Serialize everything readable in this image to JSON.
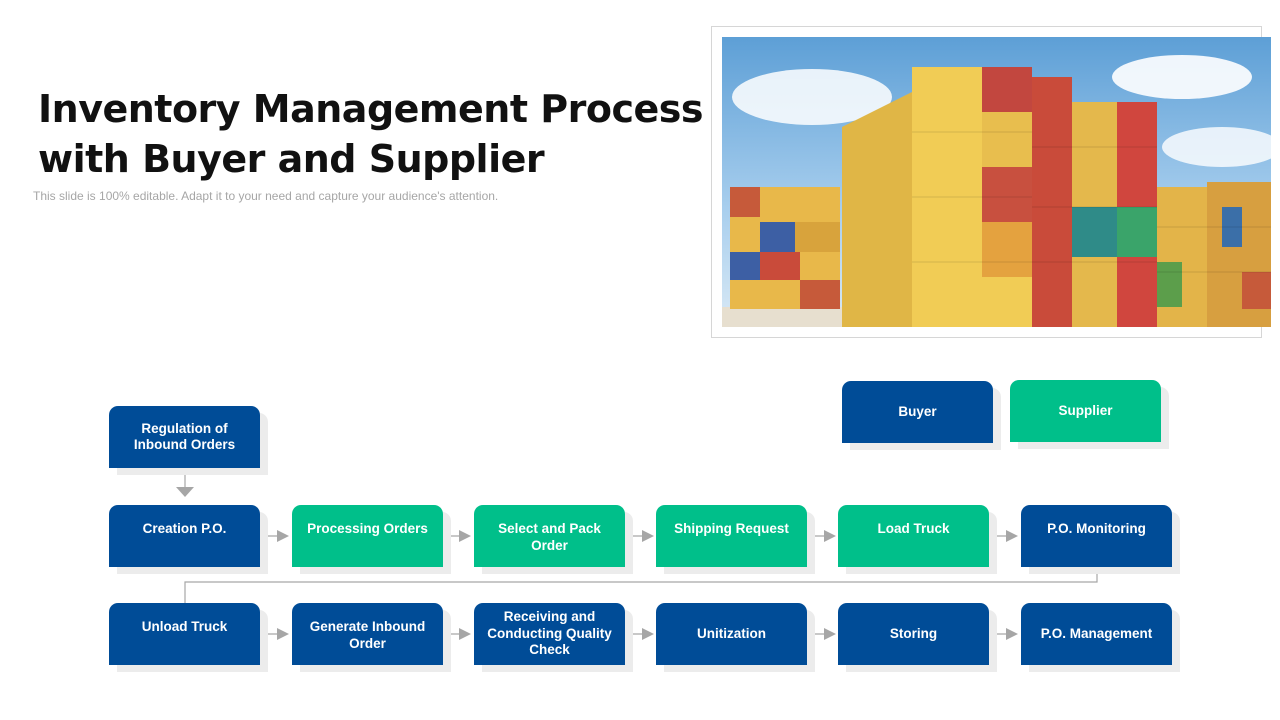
{
  "title": "Inventory Management Process with Buyer and Supplier",
  "subtitle": "This slide is 100% editable. Adapt it to your need and capture your audience's attention.",
  "photo": {
    "description_icon": "shipping-containers-image"
  },
  "colors": {
    "buyer": "#004c97",
    "supplier": "#00bf8a",
    "connector": "#a6a6a6"
  },
  "legend": {
    "buyer": "Buyer",
    "supplier": "Supplier"
  },
  "nodes": {
    "regulation": "Regulation of Inbound Orders",
    "creation_po": "Creation P.O.",
    "processing_orders": "Processing Orders",
    "select_pack": "Select and Pack Order",
    "shipping_request": "Shipping Request",
    "load_truck": "Load Truck",
    "po_monitoring": "P.O. Monitoring",
    "unload_truck": "Unload Truck",
    "generate_inbound": "Generate Inbound Order",
    "receiving_quality": "Receiving and Conducting Quality Check",
    "unitization": "Unitization",
    "storing": "Storing",
    "po_management": "P.O. Management"
  }
}
